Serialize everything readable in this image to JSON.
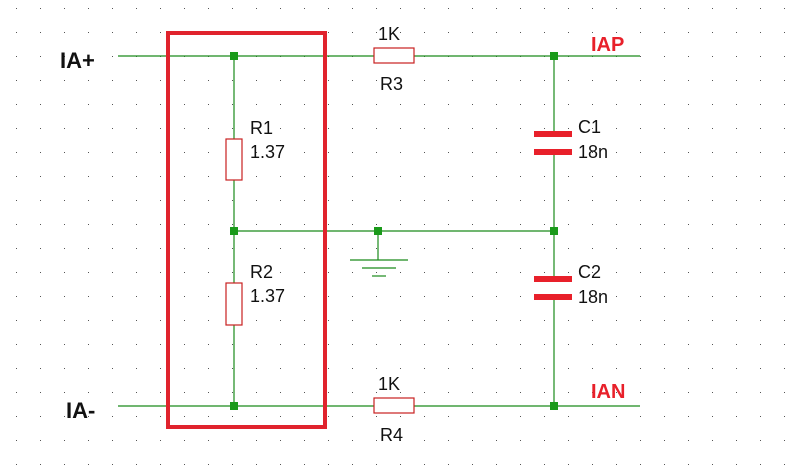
{
  "colors": {
    "wire": "#1a8a1a",
    "junction": "#1a9a1a",
    "component": "#c82020",
    "capacitor": "#e8202a",
    "highlight": "#e0232d",
    "label_red": "#e8202a",
    "text": "#111111",
    "grid_dot": "#555555"
  },
  "nets": {
    "ia_plus": "IA+",
    "ia_minus": "IA-",
    "iap": "IAP",
    "ian": "IAN"
  },
  "components": {
    "r1": {
      "ref": "R1",
      "value": "1.37"
    },
    "r2": {
      "ref": "R2",
      "value": "1.37"
    },
    "r3": {
      "ref": "R3",
      "value": "1K"
    },
    "r4": {
      "ref": "R4",
      "value": "1K"
    },
    "c1": {
      "ref": "C1",
      "value": "18n"
    },
    "c2": {
      "ref": "C2",
      "value": "18n"
    }
  },
  "icons": {
    "ground": "ground-icon"
  }
}
